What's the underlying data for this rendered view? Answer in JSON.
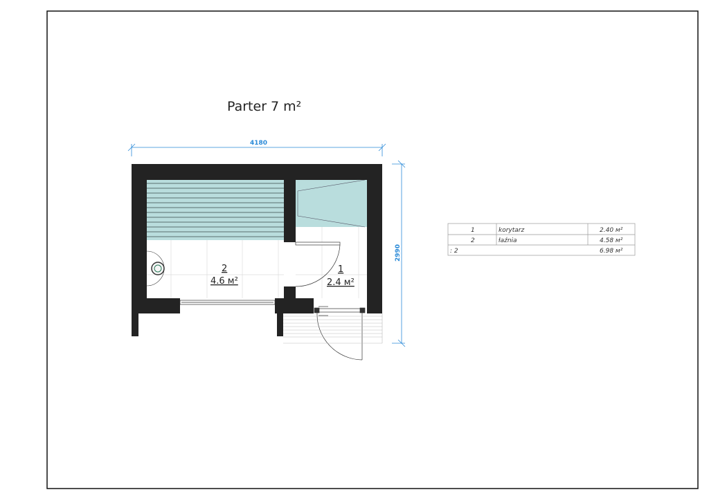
{
  "drawing": {
    "title": "Parter 7 m²",
    "dimensions": {
      "width": "4180",
      "height": "2990"
    },
    "rooms": [
      {
        "number": "2",
        "area": "4.6 м²"
      },
      {
        "number": "1",
        "area": "2.4 м²"
      }
    ]
  },
  "table": {
    "rows": [
      {
        "no": "1",
        "name": "korytarz",
        "area": "2.40 м²"
      },
      {
        "no": "2",
        "name": "łaźnia",
        "area": "4.58 м²"
      }
    ],
    "total_label": ": 2",
    "total_area": "6.98 м²"
  },
  "colors": {
    "wall": "#232323",
    "fill": "#b9dddd",
    "dim": "#2a8ad8"
  }
}
